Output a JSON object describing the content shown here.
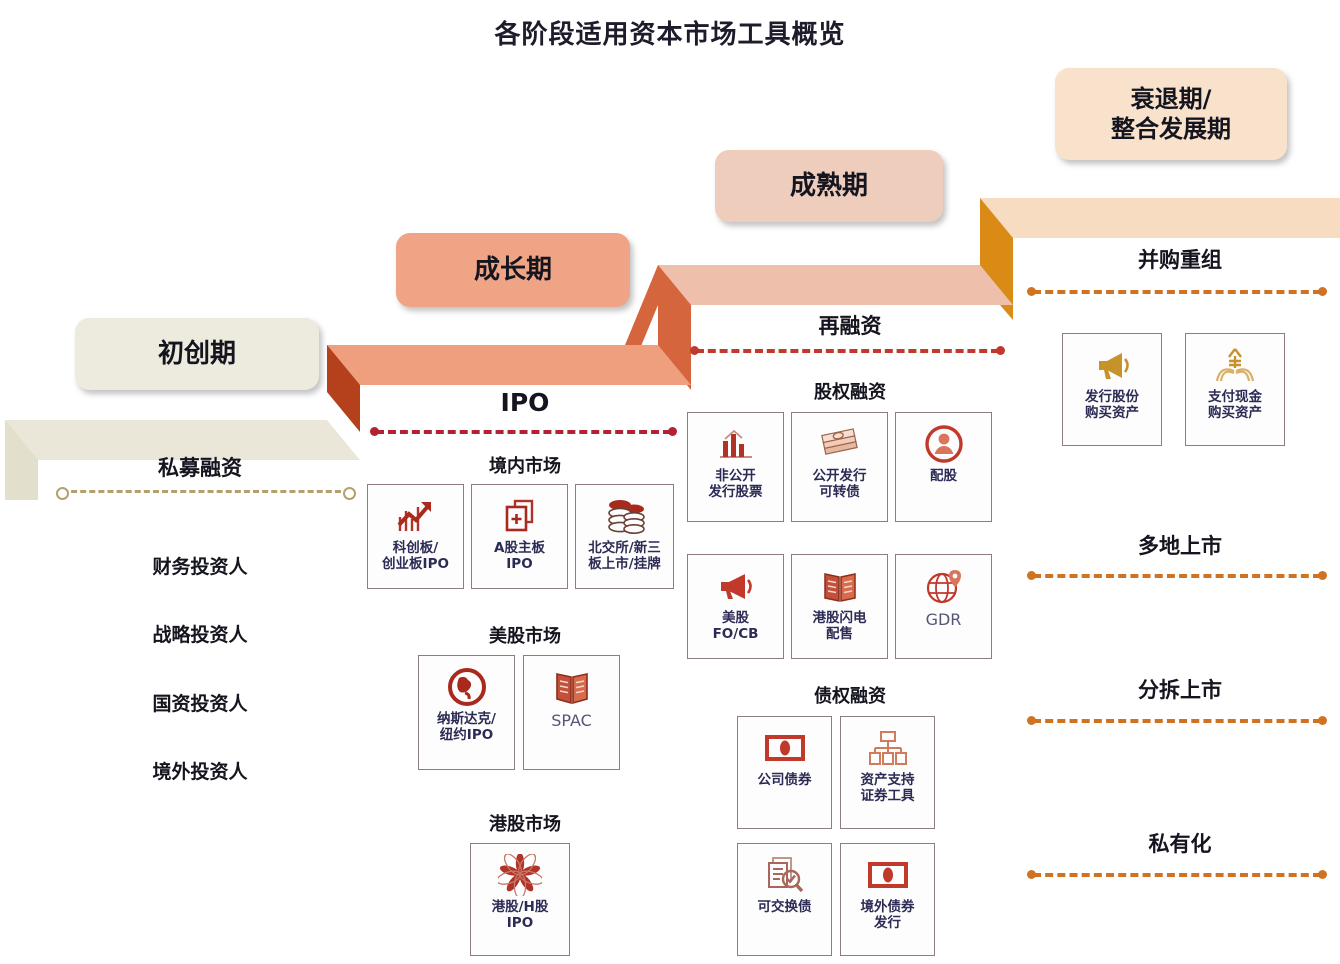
{
  "title": "各阶段适用资本市场工具概览",
  "colors": {
    "stage1_pill": "#edeade",
    "stage2_pill": "#f0a486",
    "stage3_pill": "#eecdbd",
    "stage4_pill": "#f8e2cb",
    "stage1_tread": "#eae7d8",
    "stage1_riser": "#e3dfcd",
    "stage2_tread": "#ef9e7e",
    "stage2_riser": "#b4401c",
    "stage3_tread": "#eec0ab",
    "stage3_riser": "#d5653c",
    "stage4_tread": "#f7dcc2",
    "stage4_riser": "#d98b15",
    "rail_stage1": "#b3a06c",
    "rail_stage2": "#b22234",
    "rail_stage3": "#c0392b",
    "rail_stage4": "#cf7323",
    "card_border": "#8f7b86",
    "icon_red": "#b13226",
    "icon_gold": "#c8922b"
  },
  "stages": [
    {
      "id": "startup",
      "pill_label": "初创期",
      "section_label": "私募融资",
      "investors": [
        "财务投资人",
        "战略投资人",
        "国资投资人",
        "境外投资人"
      ]
    },
    {
      "id": "growth",
      "pill_label": "成长期",
      "section_label": "IPO",
      "groups": [
        {
          "title": "境内市场",
          "cards": [
            {
              "icon": "growth-chart-arrow-icon",
              "label": "科创板/\n创业板IPO"
            },
            {
              "icon": "document-plus-icon",
              "label": "A股主板\nIPO"
            },
            {
              "icon": "coin-stack-icon",
              "label": "北交所/新三\n板上市/挂牌"
            }
          ]
        },
        {
          "title": "美股市场",
          "cards": [
            {
              "icon": "globe-circle-icon",
              "label": "纳斯达克/\n纽约IPO"
            },
            {
              "icon": "open-book-icon",
              "label": "SPAC",
              "latin": true
            }
          ]
        },
        {
          "title": "港股市场",
          "cards": [
            {
              "icon": "bauhinia-flower-icon",
              "label": "港股/H股\nIPO"
            }
          ]
        }
      ]
    },
    {
      "id": "mature",
      "pill_label": "成熟期",
      "section_label": "再融资",
      "groups": [
        {
          "title": "股权融资",
          "cards": [
            {
              "icon": "bar-chart-icon",
              "label": "非公开\n发行股票"
            },
            {
              "icon": "cash-bundle-icon",
              "label": "公开发行\n可转债"
            },
            {
              "icon": "user-circle-icon",
              "label": "配股"
            },
            {
              "icon": "megaphone-icon",
              "label": "美股\nFO/CB"
            },
            {
              "icon": "open-book-icon",
              "label": "港股闪电\n配售"
            },
            {
              "icon": "globe-pin-icon",
              "label": "GDR",
              "latin": true
            }
          ]
        },
        {
          "title": "债权融资",
          "cards": [
            {
              "icon": "banknote-icon",
              "label": "公司债券"
            },
            {
              "icon": "org-tree-icon",
              "label": "资产支持\n证券工具"
            },
            {
              "icon": "document-search-icon",
              "label": "可交换债"
            },
            {
              "icon": "banknote-icon",
              "label": "境外债券\n发行"
            }
          ]
        }
      ]
    },
    {
      "id": "decline",
      "pill_label": "衰退期/\n整合发展期",
      "sections": [
        {
          "label": "并购重组",
          "cards": [
            {
              "icon": "megaphone-gold-icon",
              "label": "发行股份\n购买资产"
            },
            {
              "icon": "hands-yuan-icon",
              "label": "支付现金\n购买资产"
            }
          ]
        },
        {
          "label": "多地上市",
          "cards": []
        },
        {
          "label": "分拆上市",
          "cards": []
        },
        {
          "label": "私有化",
          "cards": []
        }
      ]
    }
  ]
}
